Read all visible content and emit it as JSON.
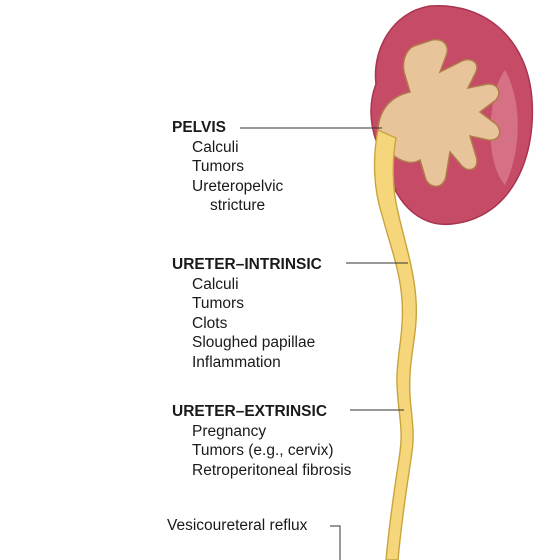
{
  "sections": [
    {
      "heading": "PELVIS",
      "items": [
        "Calculi",
        "Tumors",
        "Ureteropelvic",
        "stricture"
      ]
    },
    {
      "heading": "URETER–INTRINSIC",
      "items": [
        "Calculi",
        "Tumors",
        "Clots",
        "Sloughed papillae",
        "Inflammation"
      ]
    },
    {
      "heading": "URETER–EXTRINSIC",
      "items": [
        "Pregnancy",
        "Tumors (e.g., cervix)",
        "Retroperitoneal fibrosis"
      ]
    }
  ],
  "vesicoureteral": "Vesicoureteral reflux",
  "colors": {
    "cortex": "#c64b66",
    "cortex_edge": "#a83450",
    "medulla": "#d97b8d",
    "pelvis": "#e8c49a",
    "pelvis_edge": "#b07a4a",
    "ureter": "#f6d67a",
    "ureter_edge": "#c9a43d",
    "leader": "#333333"
  }
}
